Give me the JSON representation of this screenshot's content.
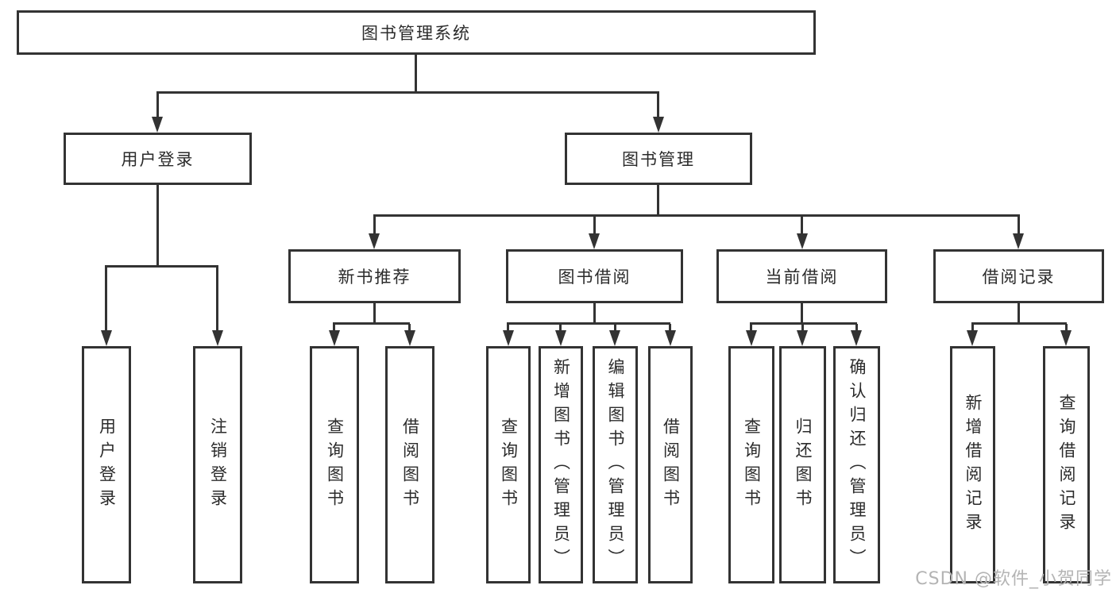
{
  "diagram": {
    "root": {
      "label": "图书管理系统"
    },
    "branches": [
      {
        "label": "用户登录",
        "children": [
          {
            "label": "用户登录"
          },
          {
            "label": "注销登录"
          }
        ]
      },
      {
        "label": "图书管理",
        "children": [
          {
            "label": "新书推荐",
            "children": [
              {
                "label": "查询图书"
              },
              {
                "label": "借阅图书"
              }
            ]
          },
          {
            "label": "图书借阅",
            "children": [
              {
                "label": "查询图书"
              },
              {
                "label": "新增图书（管理员）"
              },
              {
                "label": "编辑图书（管理员）"
              },
              {
                "label": "借阅图书"
              }
            ]
          },
          {
            "label": "当前借阅",
            "children": [
              {
                "label": "查询图书"
              },
              {
                "label": "归还图书"
              },
              {
                "label": "确认归还（管理员）"
              }
            ]
          },
          {
            "label": "借阅记录",
            "children": [
              {
                "label": "新增借阅记录"
              },
              {
                "label": "查询借阅记录"
              }
            ]
          }
        ]
      }
    ],
    "watermark": "CSDN @软件_小贺同学",
    "colors": {
      "line": "#333333",
      "box_background": "#ffffff",
      "text": "#2b2b2b",
      "watermark": "#b4b4b4"
    }
  }
}
